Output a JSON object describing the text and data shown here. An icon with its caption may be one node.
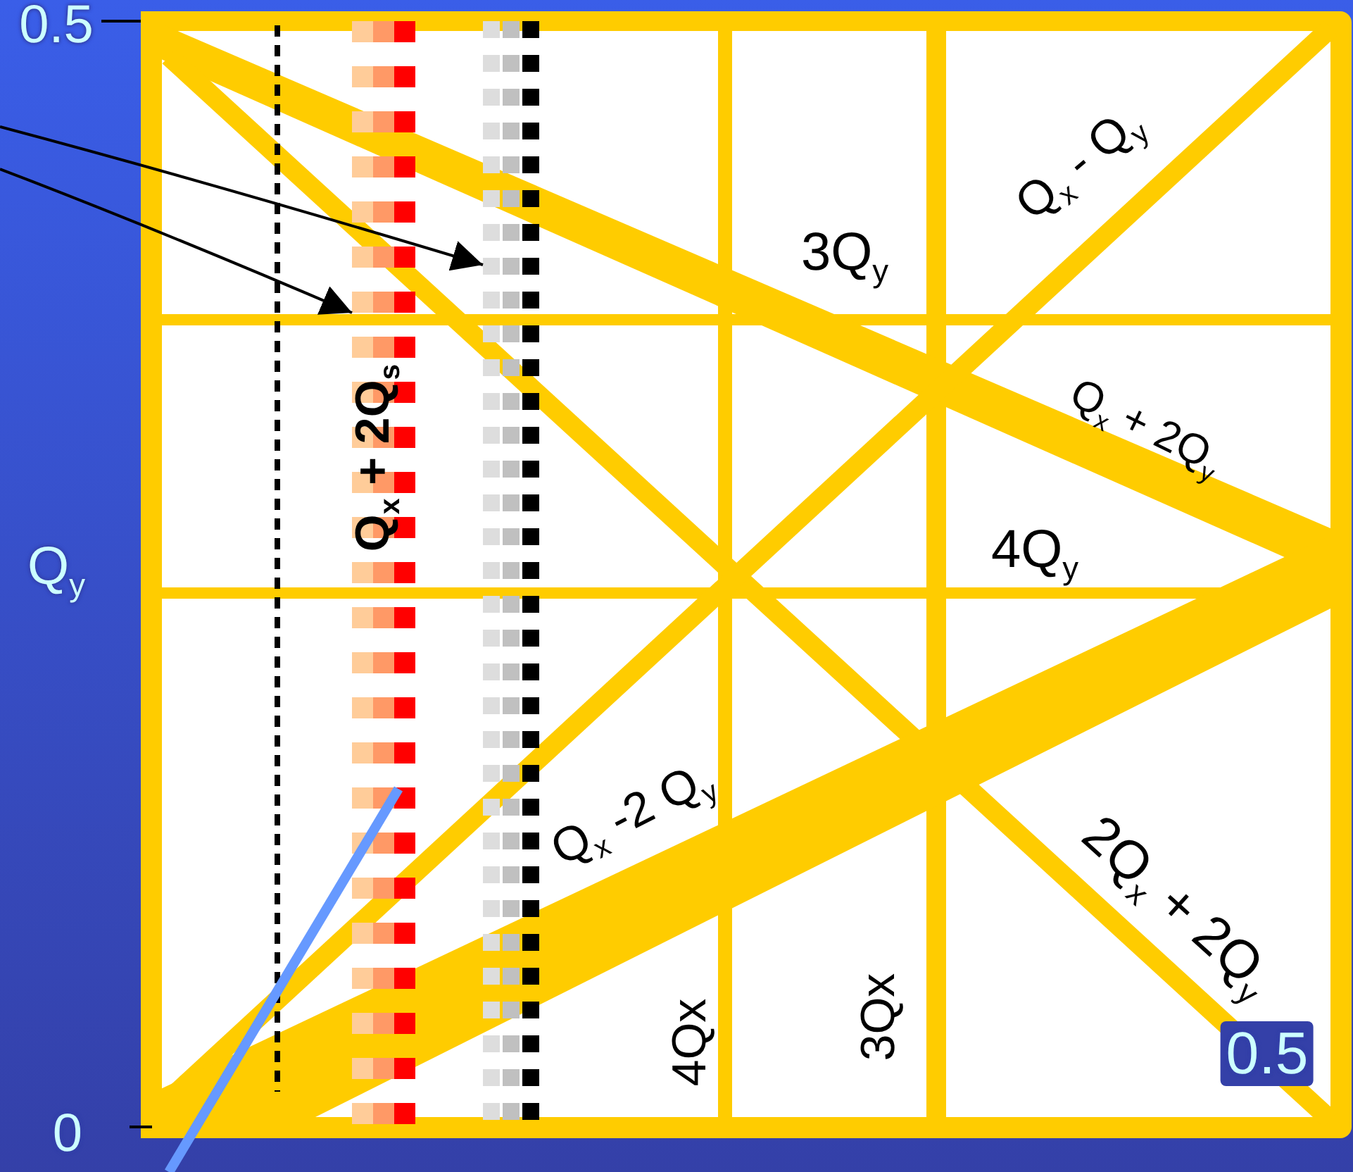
{
  "diagram": {
    "nodes": [
      {
        "text": [],
        "shape": "bar"
      },
      {
        "text": [],
        "shape": "bar"
      }
    ],
    "edges": [
      {
        "from": null,
        "to": 1,
        "arrow": "to"
      },
      {
        "from": null,
        "to": 0,
        "arrow": "to"
      }
    ],
    "labels": [
      "0.5",
      "Q$_{x}$ - Q$_{y}$",
      "3Q$_{y}$",
      "Q$_{x}$ + 2Q$_{s}$",
      "Q$_{x}$ + 2Q$_{y}$",
      "Q$_{y}$",
      "4Q$_{y}$",
      "Q$_{x}$ -2 Q$_{y}$",
      "2Q$_{x}$ + 2Q$_{y}$",
      "4Qx",
      "3Qx",
      "0.5",
      "0"
    ]
  }
}
